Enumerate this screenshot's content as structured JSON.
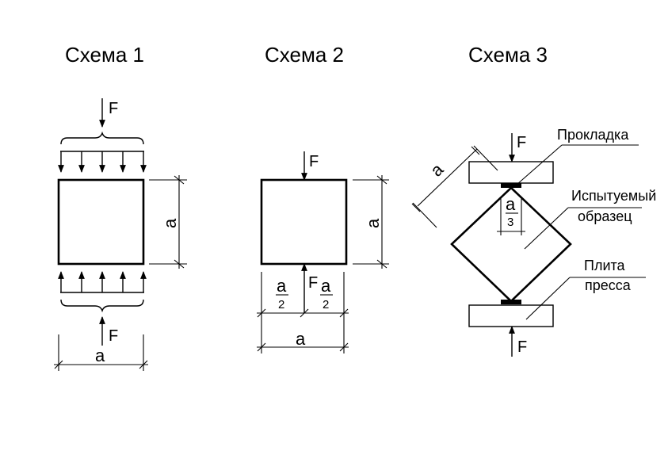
{
  "schemes": [
    {
      "title": "Схема 1",
      "force": "F",
      "dim": "a"
    },
    {
      "title": "Схема 2",
      "force": "F",
      "dim": "a",
      "half_num": "a",
      "half_den": "2"
    },
    {
      "title": "Схема 3",
      "force": "F",
      "dim": "a",
      "third_num": "a",
      "third_den": "3"
    }
  ],
  "labels": {
    "pad": "Прокладка",
    "specimen_line1": "Испытуемый",
    "specimen_line2": "образец",
    "plate_line1": "Плита",
    "plate_line2": "пресса"
  }
}
